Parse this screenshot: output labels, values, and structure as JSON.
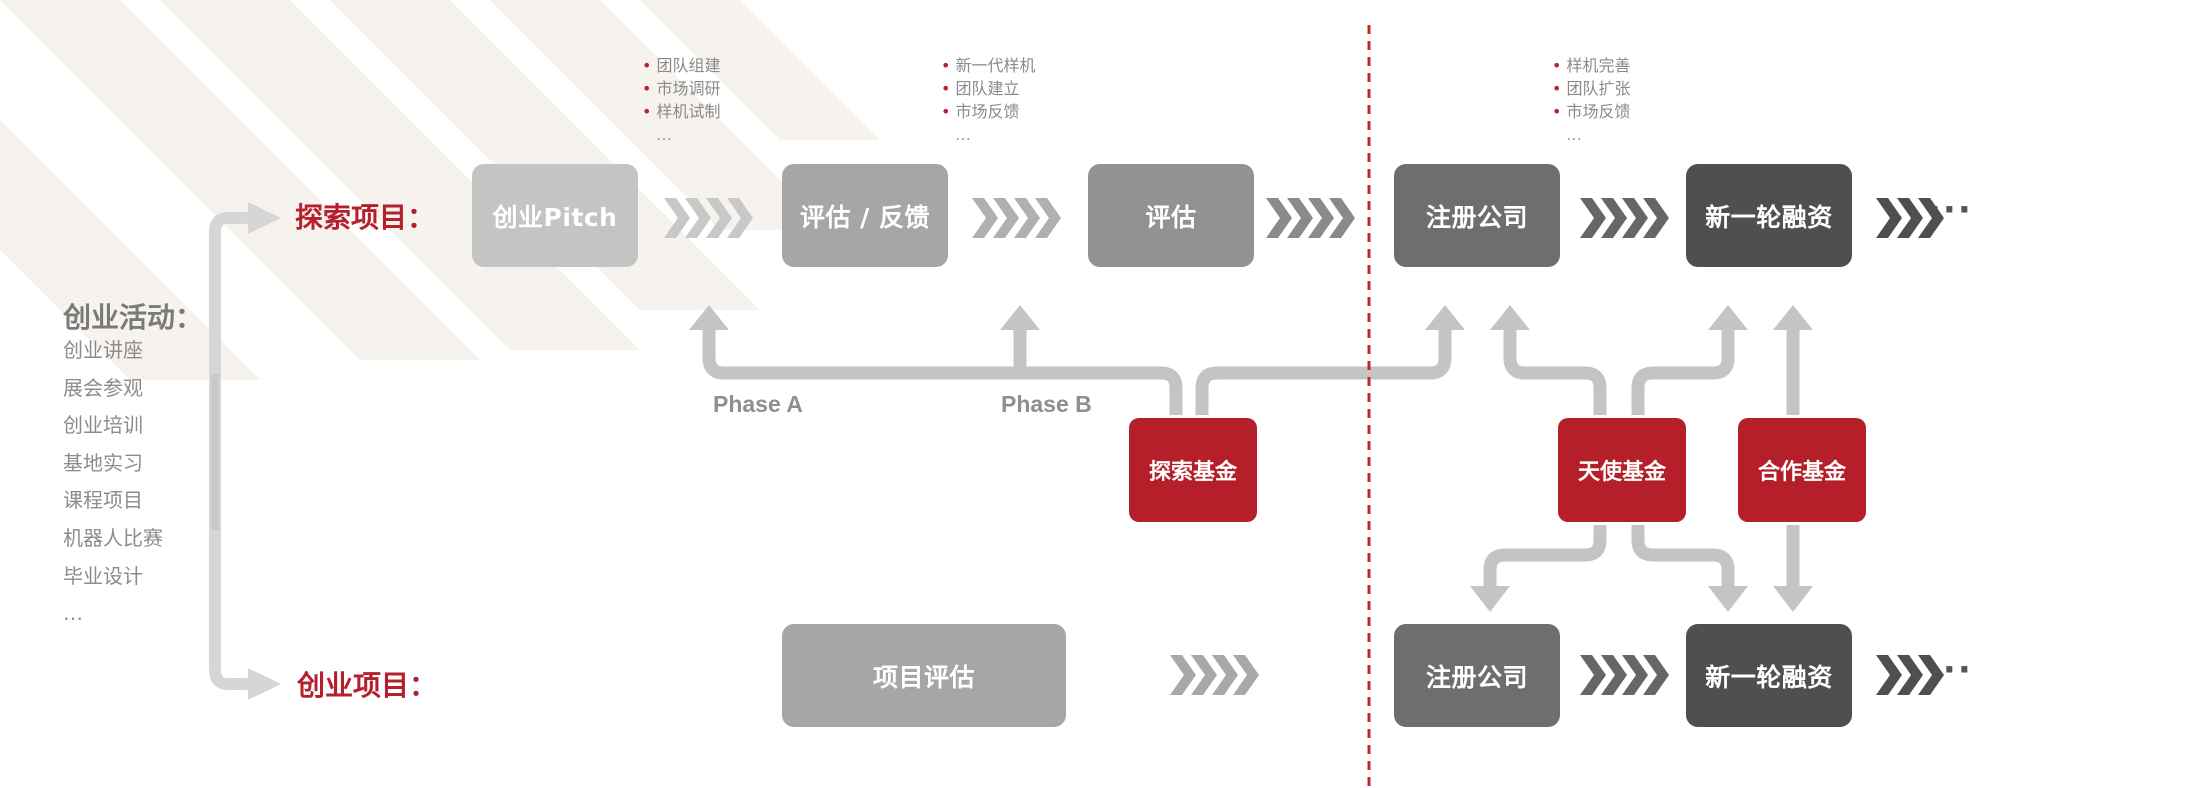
{
  "activities": {
    "title": "创业活动：",
    "items": [
      "创业讲座",
      "展会参观",
      "创业培训",
      "基地实习",
      "课程项目",
      "机器人比赛",
      "毕业设计",
      "…"
    ]
  },
  "rows": {
    "explore_label": "探索项目：",
    "startup_label": "创业项目："
  },
  "explore_steps": {
    "pitch": "创业Pitch",
    "eval_feedback": "评估 / 反馈",
    "eval": "评估",
    "register": "注册公司",
    "new_round": "新一轮融资",
    "ellipsis": "···"
  },
  "startup_steps": {
    "project_eval": "项目评估",
    "register": "注册公司",
    "new_round": "新一轮融资",
    "ellipsis": "···"
  },
  "notes": {
    "group1": [
      "团队组建",
      "市场调研",
      "样机试制",
      "…"
    ],
    "group2": [
      "新一代样机",
      "团队建立",
      "市场反馈",
      "…"
    ],
    "group3": [
      "样机完善",
      "团队扩张",
      "市场反馈",
      "…"
    ]
  },
  "phases": {
    "a": "Phase A",
    "b": "Phase B"
  },
  "funds": {
    "explore": "探索基金",
    "angel": "天使基金",
    "partner": "合作基金"
  },
  "colors": {
    "accent_red": "#b51f2a",
    "step_light": "#c4c4c4",
    "step_mid": "#a3a3a3",
    "step_dark": "#6e6e6e",
    "step_darkest": "#4f4f4f",
    "connector": "#c6c6c6"
  }
}
